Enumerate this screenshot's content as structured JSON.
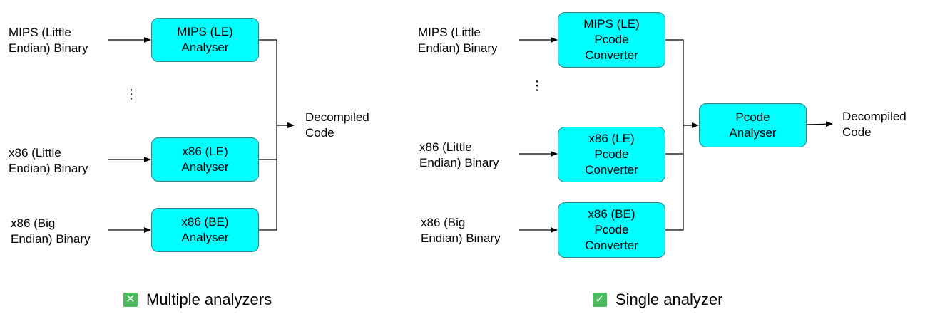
{
  "left": {
    "inputs": [
      "MIPS (Little\nEndian) Binary",
      "x86 (Little\nEndian) Binary",
      "x86 (Big\nEndian) Binary"
    ],
    "boxes": [
      "MIPS (LE)\nAnalyser",
      "x86 (LE)\nAnalyser",
      "x86 (BE)\nAnalyser"
    ],
    "ellipsis": "⋮",
    "output": "Decompiled\nCode",
    "caption": "Multiple analyzers",
    "caption_icon": "x-mark-icon",
    "caption_icon_symbol": "✕",
    "caption_icon_color": "#4cbb5e"
  },
  "right": {
    "inputs": [
      "MIPS (Little\nEndian) Binary",
      "x86 (Little\nEndian) Binary",
      "x86 (Big\nEndian) Binary"
    ],
    "converters": [
      "MIPS (LE)\nPcode\nConverter",
      "x86 (LE)\nPcode\nConverter",
      "x86 (BE)\nPcode\nConverter"
    ],
    "ellipsis": "⋮",
    "analyser": "Pcode\nAnalyser",
    "output": "Decompiled\nCode",
    "caption": "Single analyzer",
    "caption_icon": "check-mark-icon",
    "caption_icon_symbol": "✓",
    "caption_icon_color": "#4cbb5e"
  },
  "colors": {
    "box_fill": "#00ffff",
    "box_border": "#3a7f7f",
    "line": "#000000"
  }
}
